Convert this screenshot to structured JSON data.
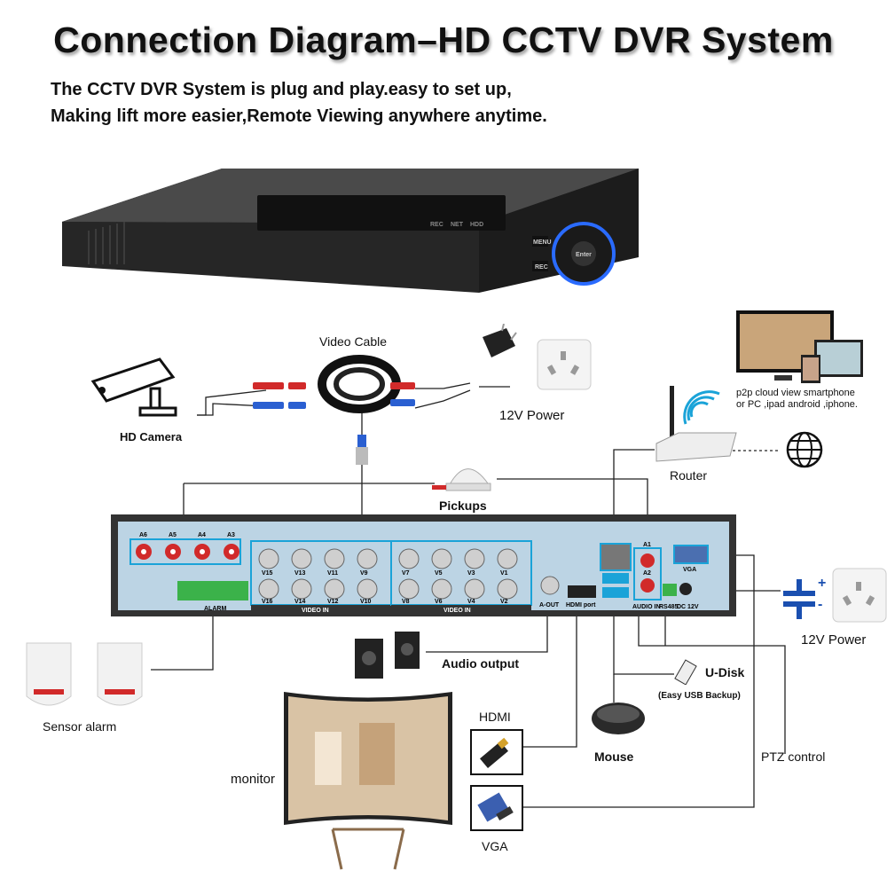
{
  "title": "Connection Diagram–HD CCTV DVR System",
  "subtitle": {
    "line1": "The CCTV DVR System is plug and play.easy to set up,",
    "line2": "Making lift more easier,Remote Viewing anywhere anytime."
  },
  "dvr_front": {
    "leds": [
      "REC",
      "NET",
      "HDD"
    ],
    "buttons": [
      "MENU",
      "REC",
      "Enter"
    ]
  },
  "labels": {
    "video_cable": "Video Cable",
    "hd_camera": "HD Camera",
    "power_top": "12V Power",
    "p2p_line1": "p2p cloud view smartphone",
    "p2p_line2": "or PC ,ipad android ,iphone.",
    "router": "Router",
    "pickups": "Pickups",
    "power_right": "12V Power",
    "audio_output": "Audio output",
    "udisk": "U-Disk",
    "udisk_note": "(Easy USB Backup)",
    "sensor_alarm": "Sensor alarm",
    "hdmi": "HDMI",
    "mouse": "Mouse",
    "ptz": "PTZ control",
    "monitor": "monitor",
    "vga": "VGA"
  },
  "dvr_back": {
    "audio_in_top": [
      "A6",
      "A5",
      "A4",
      "A3"
    ],
    "video_groups": [
      {
        "label": "VIDEO IN",
        "top": [
          "V15",
          "V13",
          "V11",
          "V9"
        ],
        "bottom": [
          "V16",
          "V14",
          "V12",
          "V10"
        ]
      },
      {
        "label": "VIDEO IN",
        "top": [
          "V7",
          "V5",
          "V3",
          "V1"
        ],
        "bottom": [
          "V8",
          "V6",
          "V4",
          "V2"
        ]
      }
    ],
    "alarm": "ALARM",
    "aout": "A-OUT",
    "hdmi_port": "HDMI port",
    "audio_in_side": [
      "A1",
      "A2"
    ],
    "audio_in_label": "AUDIO IN",
    "vga_port": "VGA",
    "rs485": "RS485",
    "dc12v": "DC 12V"
  },
  "colors": {
    "dvr_body": "#2b2b2b",
    "back_panel": "#bcd4e4",
    "port_frame": "#1aa3d8",
    "front_ring": "#2a6bff"
  }
}
